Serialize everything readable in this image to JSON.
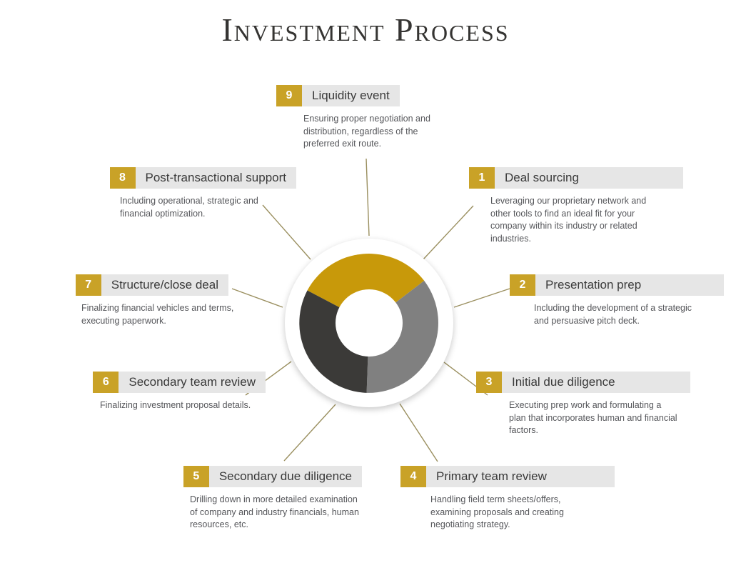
{
  "title": "Investment Process",
  "colors": {
    "gold": "#c9a227",
    "donut_gold": "#c8990a",
    "donut_gray": "#808080",
    "donut_charcoal": "#3b3a38",
    "bar_gray": "#e6e6e6",
    "connector": "#9a8f5f",
    "title_text": "#353432",
    "body_text": "#55565a"
  },
  "center_graphic": {
    "name": "donut-chart",
    "segments": [
      {
        "label": "gold-segment",
        "color": "#c8990a",
        "start_deg": 292,
        "end_deg": 52
      },
      {
        "label": "gray-segment",
        "color": "#808080",
        "start_deg": 52,
        "end_deg": 182
      },
      {
        "label": "charcoal-segment",
        "color": "#3b3a38",
        "start_deg": 182,
        "end_deg": 292
      }
    ]
  },
  "steps": [
    {
      "number": "1",
      "title": "Deal sourcing",
      "description": "Leveraging our proprietary network and other tools to find an ideal fit for your company within its industry or related industries."
    },
    {
      "number": "2",
      "title": "Presentation prep",
      "description": "Including the development of a strategic and persuasive pitch deck."
    },
    {
      "number": "3",
      "title": "Initial due diligence",
      "description": "Executing prep work and formulating a plan that incorporates human and financial factors."
    },
    {
      "number": "4",
      "title": "Primary team review",
      "description": "Handling field term sheets/offers, examining proposals and creating negotiating strategy."
    },
    {
      "number": "5",
      "title": "Secondary due diligence",
      "description": "Drilling down in more detailed examination of company and industry financials, human resources, etc."
    },
    {
      "number": "6",
      "title": "Secondary team review",
      "description": "Finalizing investment proposal details."
    },
    {
      "number": "7",
      "title": "Structure/close deal",
      "description": "Finalizing financial vehicles and terms, executing paperwork."
    },
    {
      "number": "8",
      "title": "Post-transactional support",
      "description": "Including operational, strategic and financial optimization."
    },
    {
      "number": "9",
      "title": "Liquidity event",
      "description": "Ensuring proper negotiation and distribution, regardless of the preferred exit route."
    }
  ]
}
